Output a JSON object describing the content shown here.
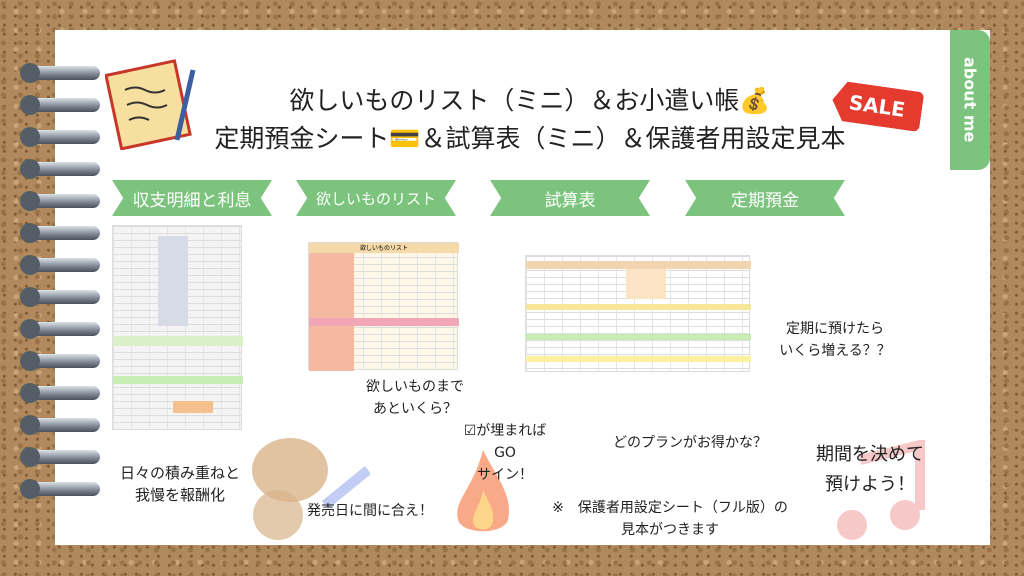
{
  "tab_label": "about me",
  "title": {
    "line1": "欲しいものリスト（ミニ）＆お小遣い帳💰",
    "line2": "定期預金シート💳＆試算表（ミニ）＆保護者用設定見本"
  },
  "sale_badge": "SALE",
  "ribbons": [
    "収支明細と利息",
    "欲しいものリスト",
    "試算表",
    "定期預金"
  ],
  "sheet2_title": "欲しいものリスト",
  "notes": {
    "daily": "日々の積み重ねと\n我慢を報酬化",
    "how_much": "欲しいものまで\nあといくら？",
    "check": "☑が埋まれば\nGO\nサイン！",
    "release": "発売日に間に合え！",
    "plan": "どのプランがお得かな？",
    "deposit_growth": "定期に預けたら\nいくら増える？？",
    "period": "期間を決めて\n預けよう！",
    "parent_sheet": "※　保護者用設定シート（フル版）の\n見本がつきます"
  },
  "colors": {
    "accent_green": "#7cc47e",
    "sale_red": "#e53a2e"
  }
}
